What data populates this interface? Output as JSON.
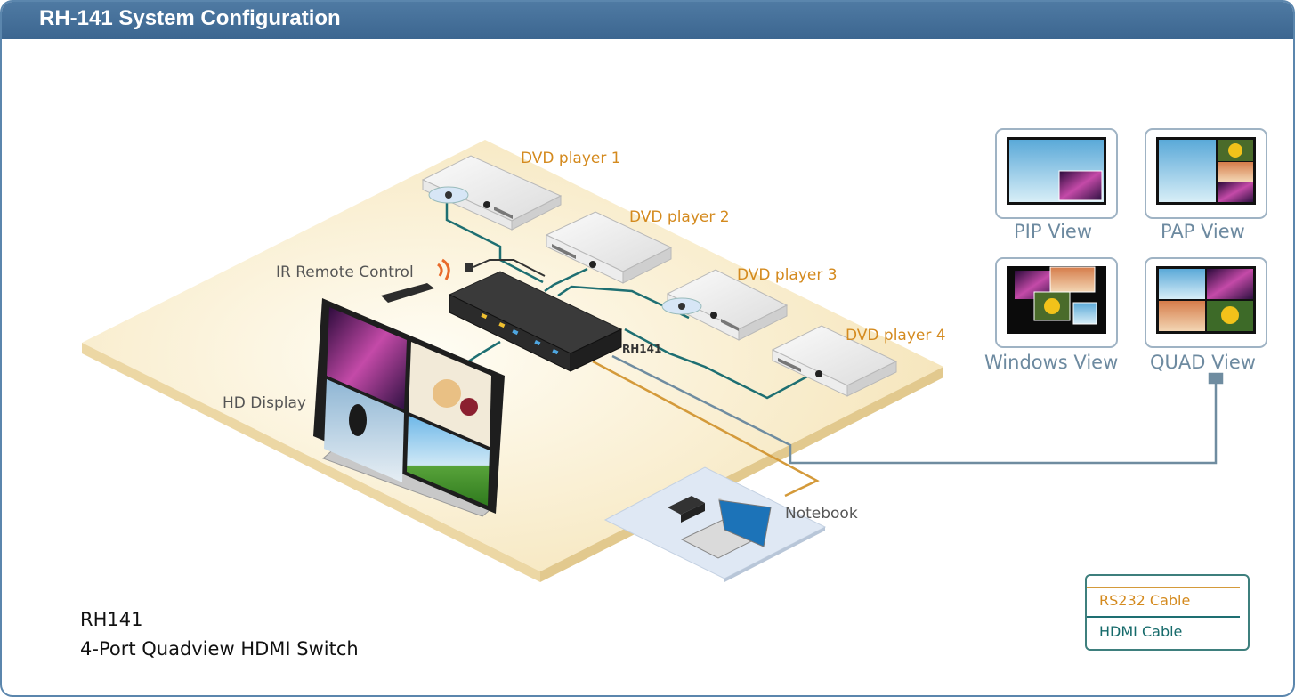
{
  "header": {
    "title": "RH-141 System Configuration"
  },
  "labels": {
    "dvd1": "DVD player 1",
    "dvd2": "DVD player 2",
    "dvd3": "DVD player 3",
    "dvd4": "DVD player 4",
    "ir_remote": "IR Remote Control",
    "hd_display": "HD Display",
    "switch": "RH141",
    "notebook": "Notebook"
  },
  "views": [
    "PIP View",
    "PAP View",
    "Windows View",
    "QUAD View"
  ],
  "caption": {
    "line1": "RH141",
    "line2": "4-Port Quadview HDMI Switch"
  },
  "legend": {
    "rs232": "RS232 Cable",
    "hdmi": "HDMI Cable"
  },
  "colors": {
    "rs232": "#d49a3a",
    "hdmi": "#1e6f72",
    "header": "#4a74a0",
    "view_link": "#6f8ca0"
  }
}
